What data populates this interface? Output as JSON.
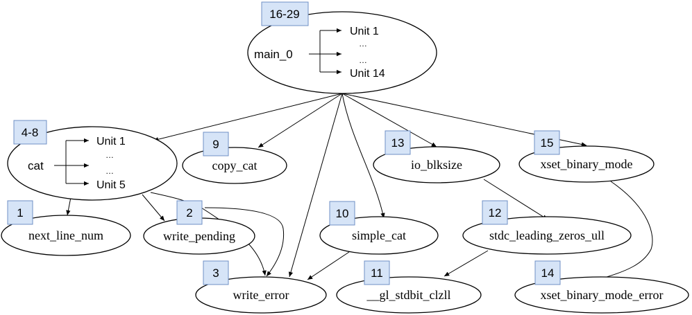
{
  "colors": {
    "badge_fill": "#d6e4f7",
    "badge_stroke": "#6f8fc4",
    "line": "#000000"
  },
  "nodes": {
    "main": {
      "name": "main_0",
      "badge": "16-29",
      "units": [
        "Unit 1",
        "…",
        "…",
        "Unit 14"
      ]
    },
    "cat": {
      "name": "cat",
      "badge": "4-8",
      "units": [
        "Unit 1",
        "…",
        "…",
        "Unit 5"
      ]
    },
    "next_line_num": {
      "name": "next_line_num",
      "badge": "1"
    },
    "write_pending": {
      "name": "write_pending",
      "badge": "2"
    },
    "write_error": {
      "name": "write_error",
      "badge": "3"
    },
    "copy_cat": {
      "name": "copy_cat",
      "badge": "9"
    },
    "simple_cat": {
      "name": "simple_cat",
      "badge": "10"
    },
    "gl_stdbit_clzll": {
      "name": "__gl_stdbit_clzll",
      "badge": "11"
    },
    "stdc_leading_zeros_ull": {
      "name": "stdc_leading_zeros_ull",
      "badge": "12"
    },
    "io_blksize": {
      "name": "io_blksize",
      "badge": "13"
    },
    "xset_binary_mode_error": {
      "name": "xset_binary_mode_error",
      "badge": "14"
    },
    "xset_binary_mode": {
      "name": "xset_binary_mode",
      "badge": "15"
    }
  }
}
